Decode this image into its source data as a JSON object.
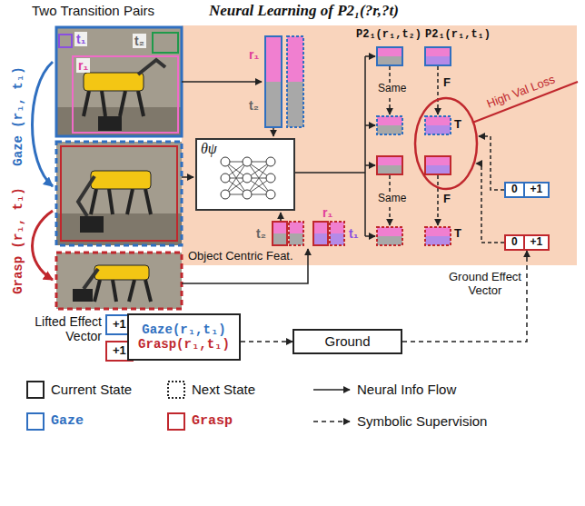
{
  "diagram": {
    "nodes": [
      {
        "text": [
          "Neural Learning of P2₁(?r,?t)"
        ]
      },
      {
        "text": [
          "θψ"
        ],
        "in": 0
      },
      {
        "text": [
          "0",
          "+1"
        ],
        "in": 0
      },
      {
        "text": [
          "0",
          "+1"
        ],
        "in": 0
      },
      {
        "text": [
          "+1"
        ]
      },
      {
        "text": [
          "+1"
        ]
      },
      {
        "text": [
          "Gaze(r₁,t₁)",
          "Grasp(r₁,t₁)"
        ]
      },
      {
        "text": [
          "Ground"
        ]
      }
    ],
    "edges": [
      {
        "from": 6,
        "to": 7,
        "arrow": "to"
      },
      {
        "from": 7,
        "to": 3,
        "arrow": "to"
      }
    ],
    "labels": [
      "Two Transition Pairs",
      "t₁",
      "t₂",
      "r₁",
      "Gaze (r₁, t₁)",
      "Grasp (r₁, t₁)",
      "r₁",
      "t₂",
      "r₁",
      "t₂",
      "t₁",
      "P2₁(r₁,t₂)",
      "P2₁(r₁,t₁)",
      "F",
      "T",
      "F",
      "T",
      "Same",
      "Same",
      "High Val Loss",
      "Ground Effect Vector",
      "Object Centric Feat.",
      "Lifted Effect Vector"
    ],
    "legend": [
      {
        "text": "Current State"
      },
      {
        "text": "Next State"
      },
      {
        "text": "Neural Info Flow"
      },
      {
        "text": "Gaze"
      },
      {
        "text": "Grasp"
      },
      {
        "text": "Symbolic Supervision"
      }
    ]
  }
}
